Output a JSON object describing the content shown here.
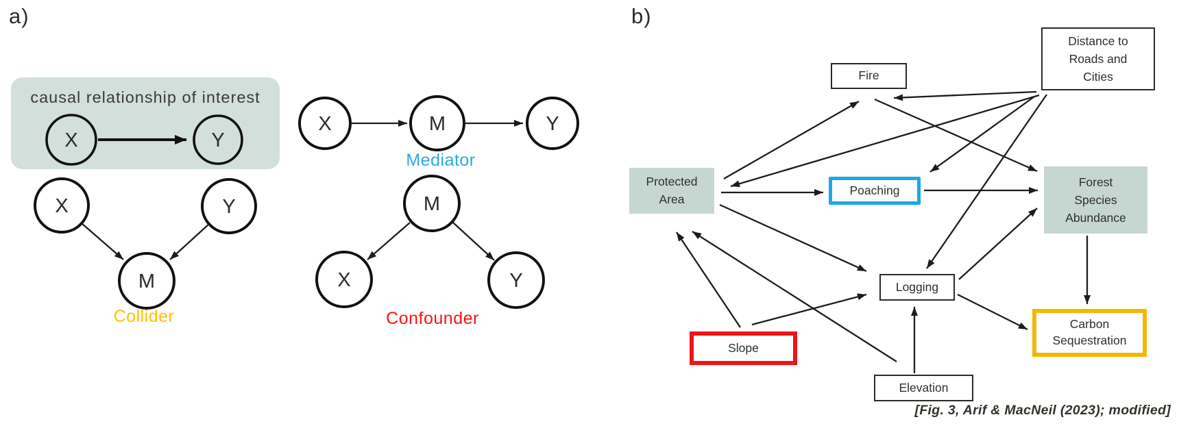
{
  "panel_a": {
    "label": "a)",
    "highlight_title": "causal relationship of interest",
    "node_labels": {
      "x": "X",
      "y": "Y",
      "m": "M"
    },
    "collider_label": "Collider",
    "mediator_label": "Mediator",
    "confounder_label": "Confounder"
  },
  "panel_b": {
    "label": "b)",
    "caption": "[Fig. 3, Arif & MacNeil (2023); modified]",
    "nodes": {
      "fire": {
        "label": "Fire",
        "style": "outlined-black"
      },
      "distance": {
        "label": "Distance to\nRoads and\nCities",
        "style": "outlined-black"
      },
      "protected_area": {
        "label": "Protected\nArea",
        "style": "filled-sage"
      },
      "poaching": {
        "label": "Poaching",
        "style": "outlined-blue"
      },
      "forest_species": {
        "label": "Forest\nSpecies\nAbundance",
        "style": "filled-sage"
      },
      "logging": {
        "label": "Logging",
        "style": "outlined-black"
      },
      "slope": {
        "label": "Slope",
        "style": "outlined-red"
      },
      "carbon": {
        "label": "Carbon\nSequestration",
        "style": "outlined-yellow"
      },
      "elevation": {
        "label": "Elevation",
        "style": "outlined-black"
      }
    },
    "edges": [
      {
        "from": "protected_area",
        "to": "fire"
      },
      {
        "from": "protected_area",
        "to": "poaching"
      },
      {
        "from": "protected_area",
        "to": "logging"
      },
      {
        "from": "distance",
        "to": "fire"
      },
      {
        "from": "distance",
        "to": "protected_area"
      },
      {
        "from": "distance",
        "to": "poaching"
      },
      {
        "from": "distance",
        "to": "logging"
      },
      {
        "from": "fire",
        "to": "forest_species"
      },
      {
        "from": "poaching",
        "to": "forest_species"
      },
      {
        "from": "logging",
        "to": "forest_species"
      },
      {
        "from": "slope",
        "to": "protected_area"
      },
      {
        "from": "slope",
        "to": "logging"
      },
      {
        "from": "elevation",
        "to": "protected_area"
      },
      {
        "from": "elevation",
        "to": "logging"
      },
      {
        "from": "logging",
        "to": "carbon"
      },
      {
        "from": "forest_species",
        "to": "carbon"
      }
    ]
  },
  "colors": {
    "sage": "#d2dfdb",
    "sage_b": "#c6d7d2",
    "collider_orange": "#ffc000",
    "mediator_blue": "#29abe2",
    "confounder_red": "#ff1111",
    "poaching_border": "#1ca7e8",
    "slope_border": "#f01414",
    "carbon_border": "#f2b705"
  }
}
